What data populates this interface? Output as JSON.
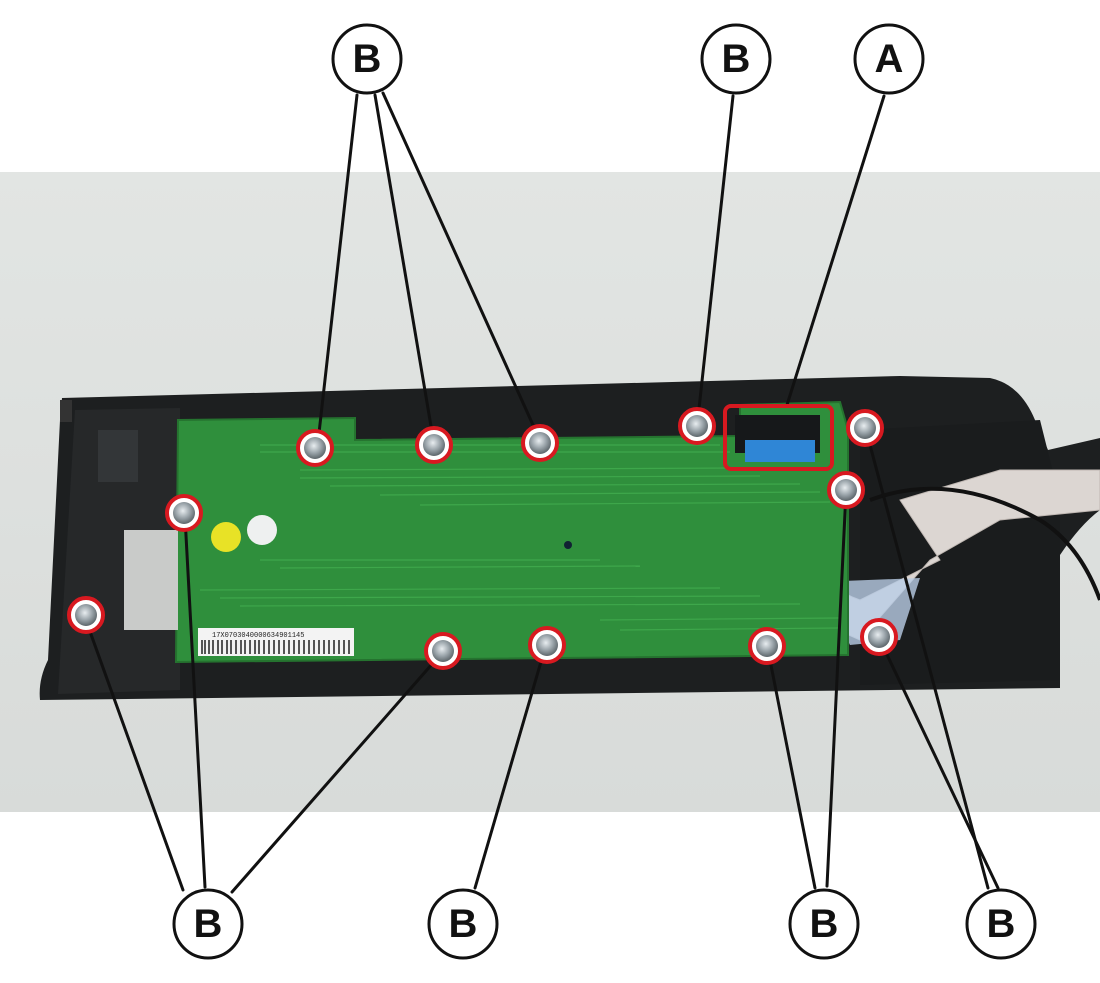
{
  "callouts": {
    "a": "A",
    "b": "B"
  },
  "labels": {
    "pcb_sticker_id": "17X0703040000634901145"
  },
  "colors": {
    "background": "#ffffff",
    "photo_bg": "#dde0de",
    "bezel": "#1d1f20",
    "pcb": "#2f8f3c",
    "highlight": "#d81920",
    "leader": "#111111"
  }
}
